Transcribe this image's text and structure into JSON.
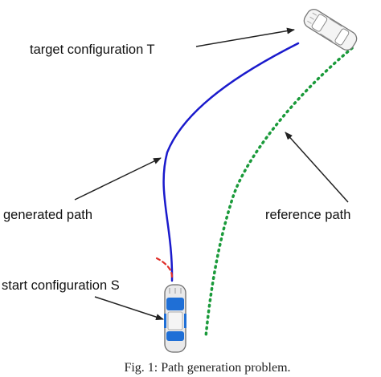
{
  "labels": {
    "target": "target configuration T",
    "generated": "generated path",
    "reference": "reference path",
    "start": "start configuration S"
  },
  "caption": "Fig. 1: Path generation problem.",
  "colors": {
    "generated_path": "#1a1acc",
    "reference_path": "#1a9a3a",
    "heading_hint": "#e0302a",
    "car_accent": "#1f6fd6",
    "arrow": "#222222"
  },
  "icons": {
    "start_vehicle": "car-top-view-blue",
    "target_vehicle": "car-top-view-outline"
  }
}
